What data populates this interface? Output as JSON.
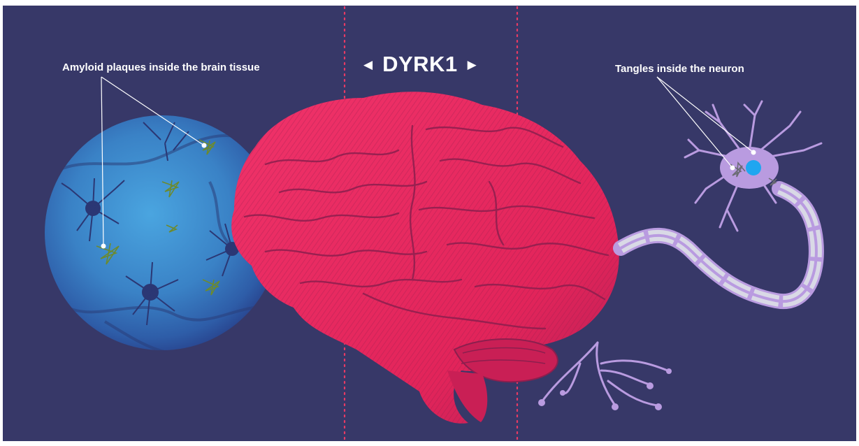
{
  "title": "DYRK1",
  "labels": {
    "plaques": "Amyloid plaques inside the brain tissue",
    "tangles": "Tangles inside the neuron"
  },
  "icons": {
    "left_arrow": "triangle-left-icon",
    "right_arrow": "triangle-right-icon"
  },
  "colors": {
    "background": "#373868",
    "brain": "#ea2a5e",
    "brain_shadow": "#8c1f4e",
    "divider": "#e83a64",
    "tissue_sphere": "#3f8fd0",
    "plaque": "#6c8a2e",
    "neuron": "#b99be0",
    "nucleus": "#1fa6f0",
    "text": "#ffffff"
  }
}
